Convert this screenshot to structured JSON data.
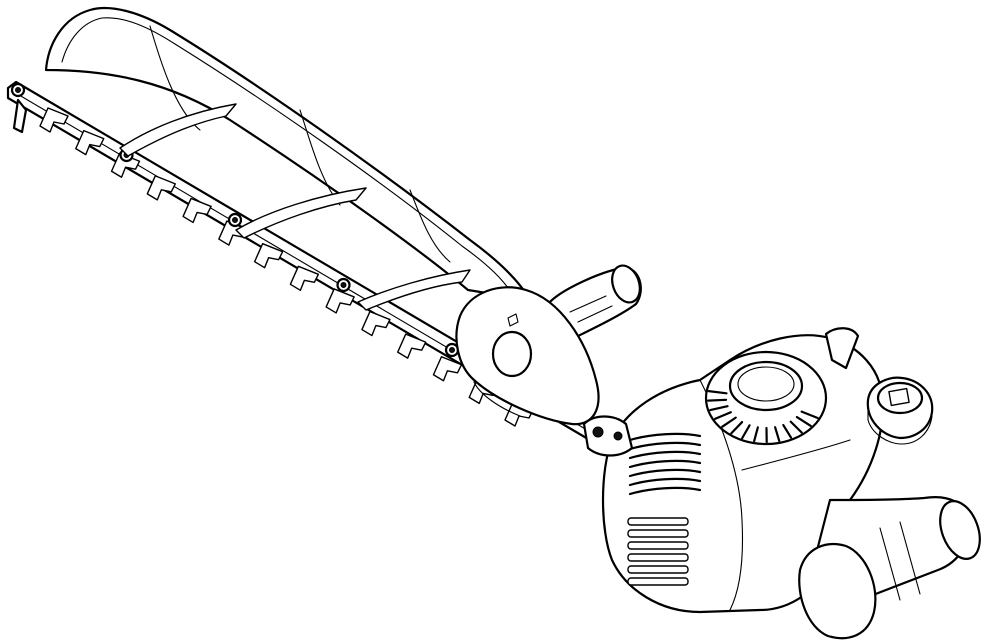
{
  "figure": {
    "background_color": "#ffffff",
    "line_color": "#000000",
    "blade_teeth": 14,
    "blade_bolts": 5,
    "engine_fins": 7
  }
}
